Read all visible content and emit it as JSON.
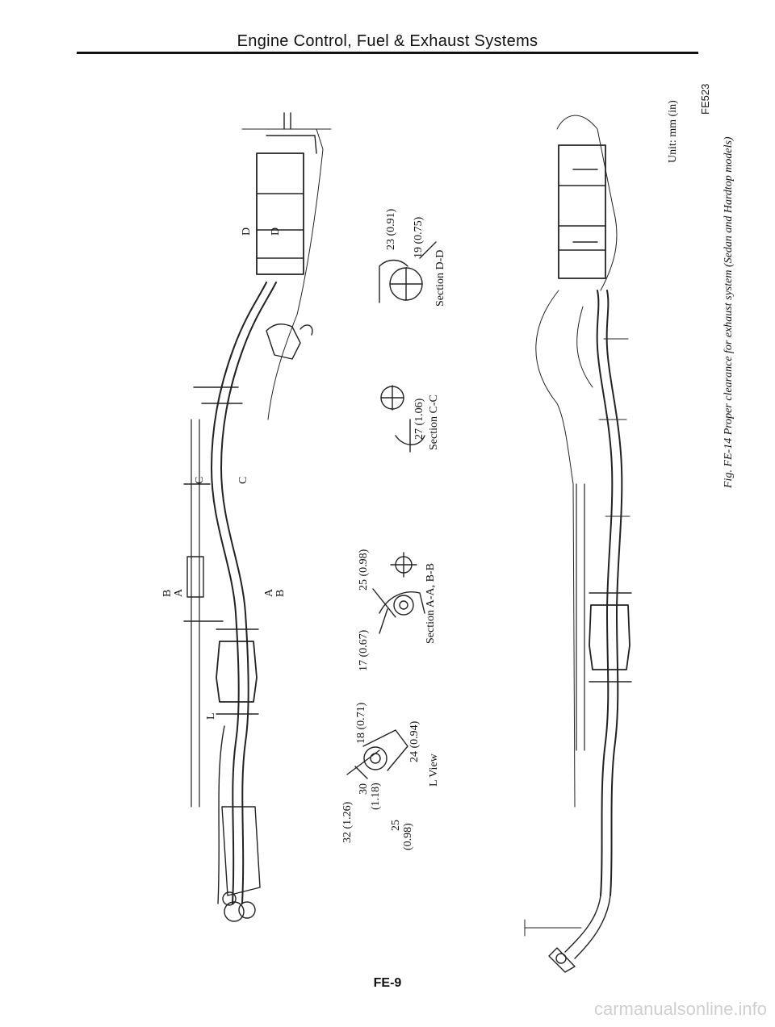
{
  "header": {
    "title": "Engine Control, Fuel & Exhaust Systems"
  },
  "page_number": "FE-9",
  "watermark": "carmanualsonline.info",
  "figure": {
    "caption": "Fig. FE-14 Proper clearance for exhaust system (Sedan and Hardtop models)",
    "code": "FE523",
    "unit": "Unit: mm (in)",
    "section_marks": {
      "b": "B",
      "a": "A",
      "c": "C",
      "d": "D",
      "l": "L"
    },
    "l_view": {
      "title": "L View",
      "d1": "32 (1.26)",
      "d2a": "30",
      "d2b": "(1.18)",
      "d3a": "25",
      "d3b": "(0.98)",
      "d4": "18 (0.71)",
      "d5": "24 (0.94)"
    },
    "section_ab": {
      "title": "Section A-A, B-B",
      "d1": "17 (0.67)",
      "d2": "25 (0.98)"
    },
    "section_cc": {
      "title": "Section C-C",
      "d1": "27 (1.06)"
    },
    "section_dd": {
      "title": "Section D-D",
      "d1": "23 (0.91)",
      "d2": "19 (0.75)"
    }
  }
}
